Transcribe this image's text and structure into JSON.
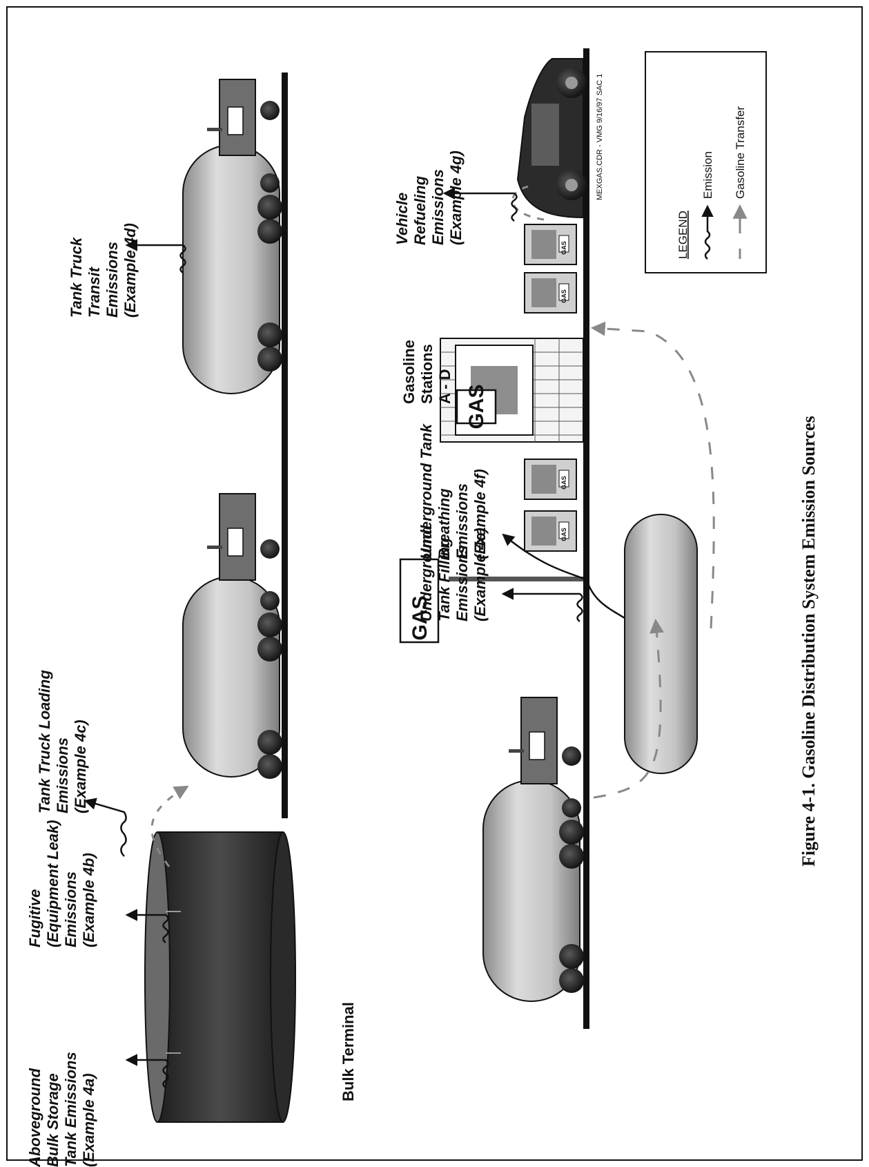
{
  "figure": {
    "caption": "Figure 4-1.  Gasoline Distribution System Emission Sources",
    "credit": "MEXGAS.CDR - VMG  9/16/97 SAC 1"
  },
  "labels": {
    "bulk_terminal": "Bulk Terminal",
    "aboveground": [
      "Aboveground",
      "Bulk Storage",
      "Tank Emissions",
      "(Example 4a)"
    ],
    "fugitive": [
      "Fugitive",
      "(Equipment Leak)",
      "Emissions",
      "(Example 4b)"
    ],
    "loading": [
      "Tank Truck Loading",
      "Emissions",
      "(Example 4c)"
    ],
    "transit": [
      "Tank Truck",
      "Transit",
      "Emissions",
      "(Example 4d)"
    ],
    "ug_filling": [
      "Underground",
      "Tank Filling",
      "Emissions",
      "(Example 4e)"
    ],
    "ug_breathing": [
      "Underground Tank",
      "Breathing",
      "Emissions",
      "(Example 4f)"
    ],
    "stations": [
      "Gasoline",
      "Stations",
      "A - D"
    ],
    "refueling": [
      "Vehicle",
      "Refueling",
      "Emissions",
      "(Example 4g)"
    ]
  },
  "signs": {
    "gas_sign": "GAS",
    "station_sign": "GAS",
    "pump_label": "GAS"
  },
  "legend": {
    "title": "LEGEND",
    "items": [
      {
        "label": "Emission",
        "style": "wavy-solid"
      },
      {
        "label": "Gasoline Transfer",
        "style": "dashed-gray"
      }
    ]
  },
  "colors": {
    "ink": "#111111",
    "tank_dark": "#3a3a3a",
    "tank_light": "#bdbdbd",
    "transfer": "#888888"
  }
}
